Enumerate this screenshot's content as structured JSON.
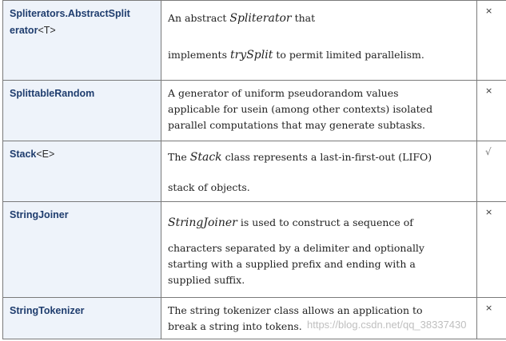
{
  "rows": [
    {
      "name": "Spliterators.AbstractSplit",
      "name_cont": "erator",
      "generic": "<T>",
      "desc": {
        "pre": "An abstract ",
        "code": "Spliterator",
        "post": " that",
        "line2_pre": "implements ",
        "line2_code": "trySplit",
        "line2_post": " to permit limited parallelism."
      },
      "mark": "×"
    },
    {
      "name": "SplittableRandom",
      "desc": {
        "l1": "A generator of uniform pseudorandom values",
        "l2": "applicable for usein (among other contexts) isolated",
        "l3": "parallel computations that may generate subtasks."
      },
      "mark": "×"
    },
    {
      "name": "Stack",
      "generic": "<E>",
      "desc": {
        "pre": "The ",
        "code": "Stack",
        "post": " class represents a last-in-first-out (LIFO)",
        "line2": "stack of objects."
      },
      "mark": "√"
    },
    {
      "name": "StringJoiner",
      "desc": {
        "code": "StringJoiner",
        "post": " is used to construct a sequence of",
        "l2": "characters separated by a delimiter and optionally",
        "l3": "starting with a supplied prefix and ending with a",
        "l4": "supplied suffix."
      },
      "mark": "×"
    },
    {
      "name": "StringTokenizer",
      "desc": {
        "l1": "The string tokenizer class allows an application to",
        "l2": "break a string into tokens."
      },
      "mark": "×"
    }
  ],
  "watermark": "https://blog.csdn.net/qq_38337430"
}
